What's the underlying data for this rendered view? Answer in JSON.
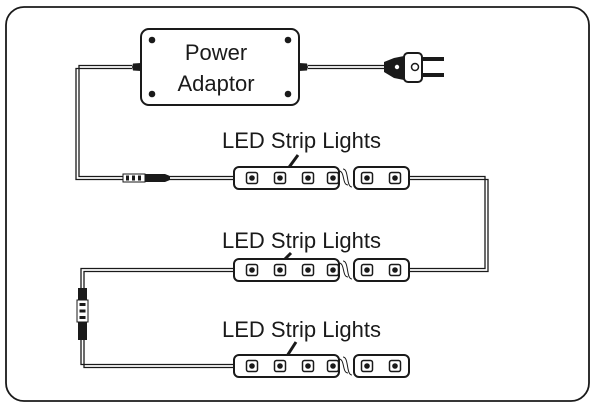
{
  "power_adaptor": {
    "label_line1": "Power",
    "label_line2": "Adaptor"
  },
  "strips": [
    {
      "label": "LED Strip Lights"
    },
    {
      "label": "LED Strip Lights"
    },
    {
      "label": "LED Strip Lights"
    }
  ]
}
